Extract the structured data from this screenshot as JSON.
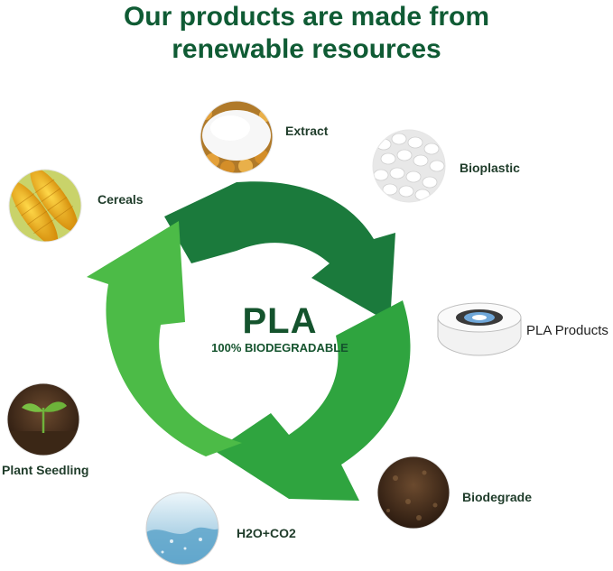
{
  "headline": {
    "line1": "Our products are made from",
    "line2": "renewable resources"
  },
  "center": {
    "title": "PLA",
    "subtitle": "100% BIODEGRADABLE"
  },
  "stages": [
    {
      "label": "Extract",
      "icon": "starch-powder-icon"
    },
    {
      "label": "Bioplastic",
      "icon": "pellets-icon"
    },
    {
      "label": "Cereals",
      "icon": "corn-icon"
    },
    {
      "label": "PLA Products",
      "icon": "filament-spool-icon"
    },
    {
      "label": "Plant Seedling",
      "icon": "seedling-icon"
    },
    {
      "label": "Biodegrade",
      "icon": "soil-icon"
    },
    {
      "label": "H2O+CO2",
      "icon": "water-icon"
    }
  ],
  "colors": {
    "headline": "#0f5b34",
    "arrow_dark": "#1b7a3c",
    "arrow_mid": "#2fa43f",
    "arrow_light": "#4cbb47",
    "center_text": "#14532d"
  }
}
